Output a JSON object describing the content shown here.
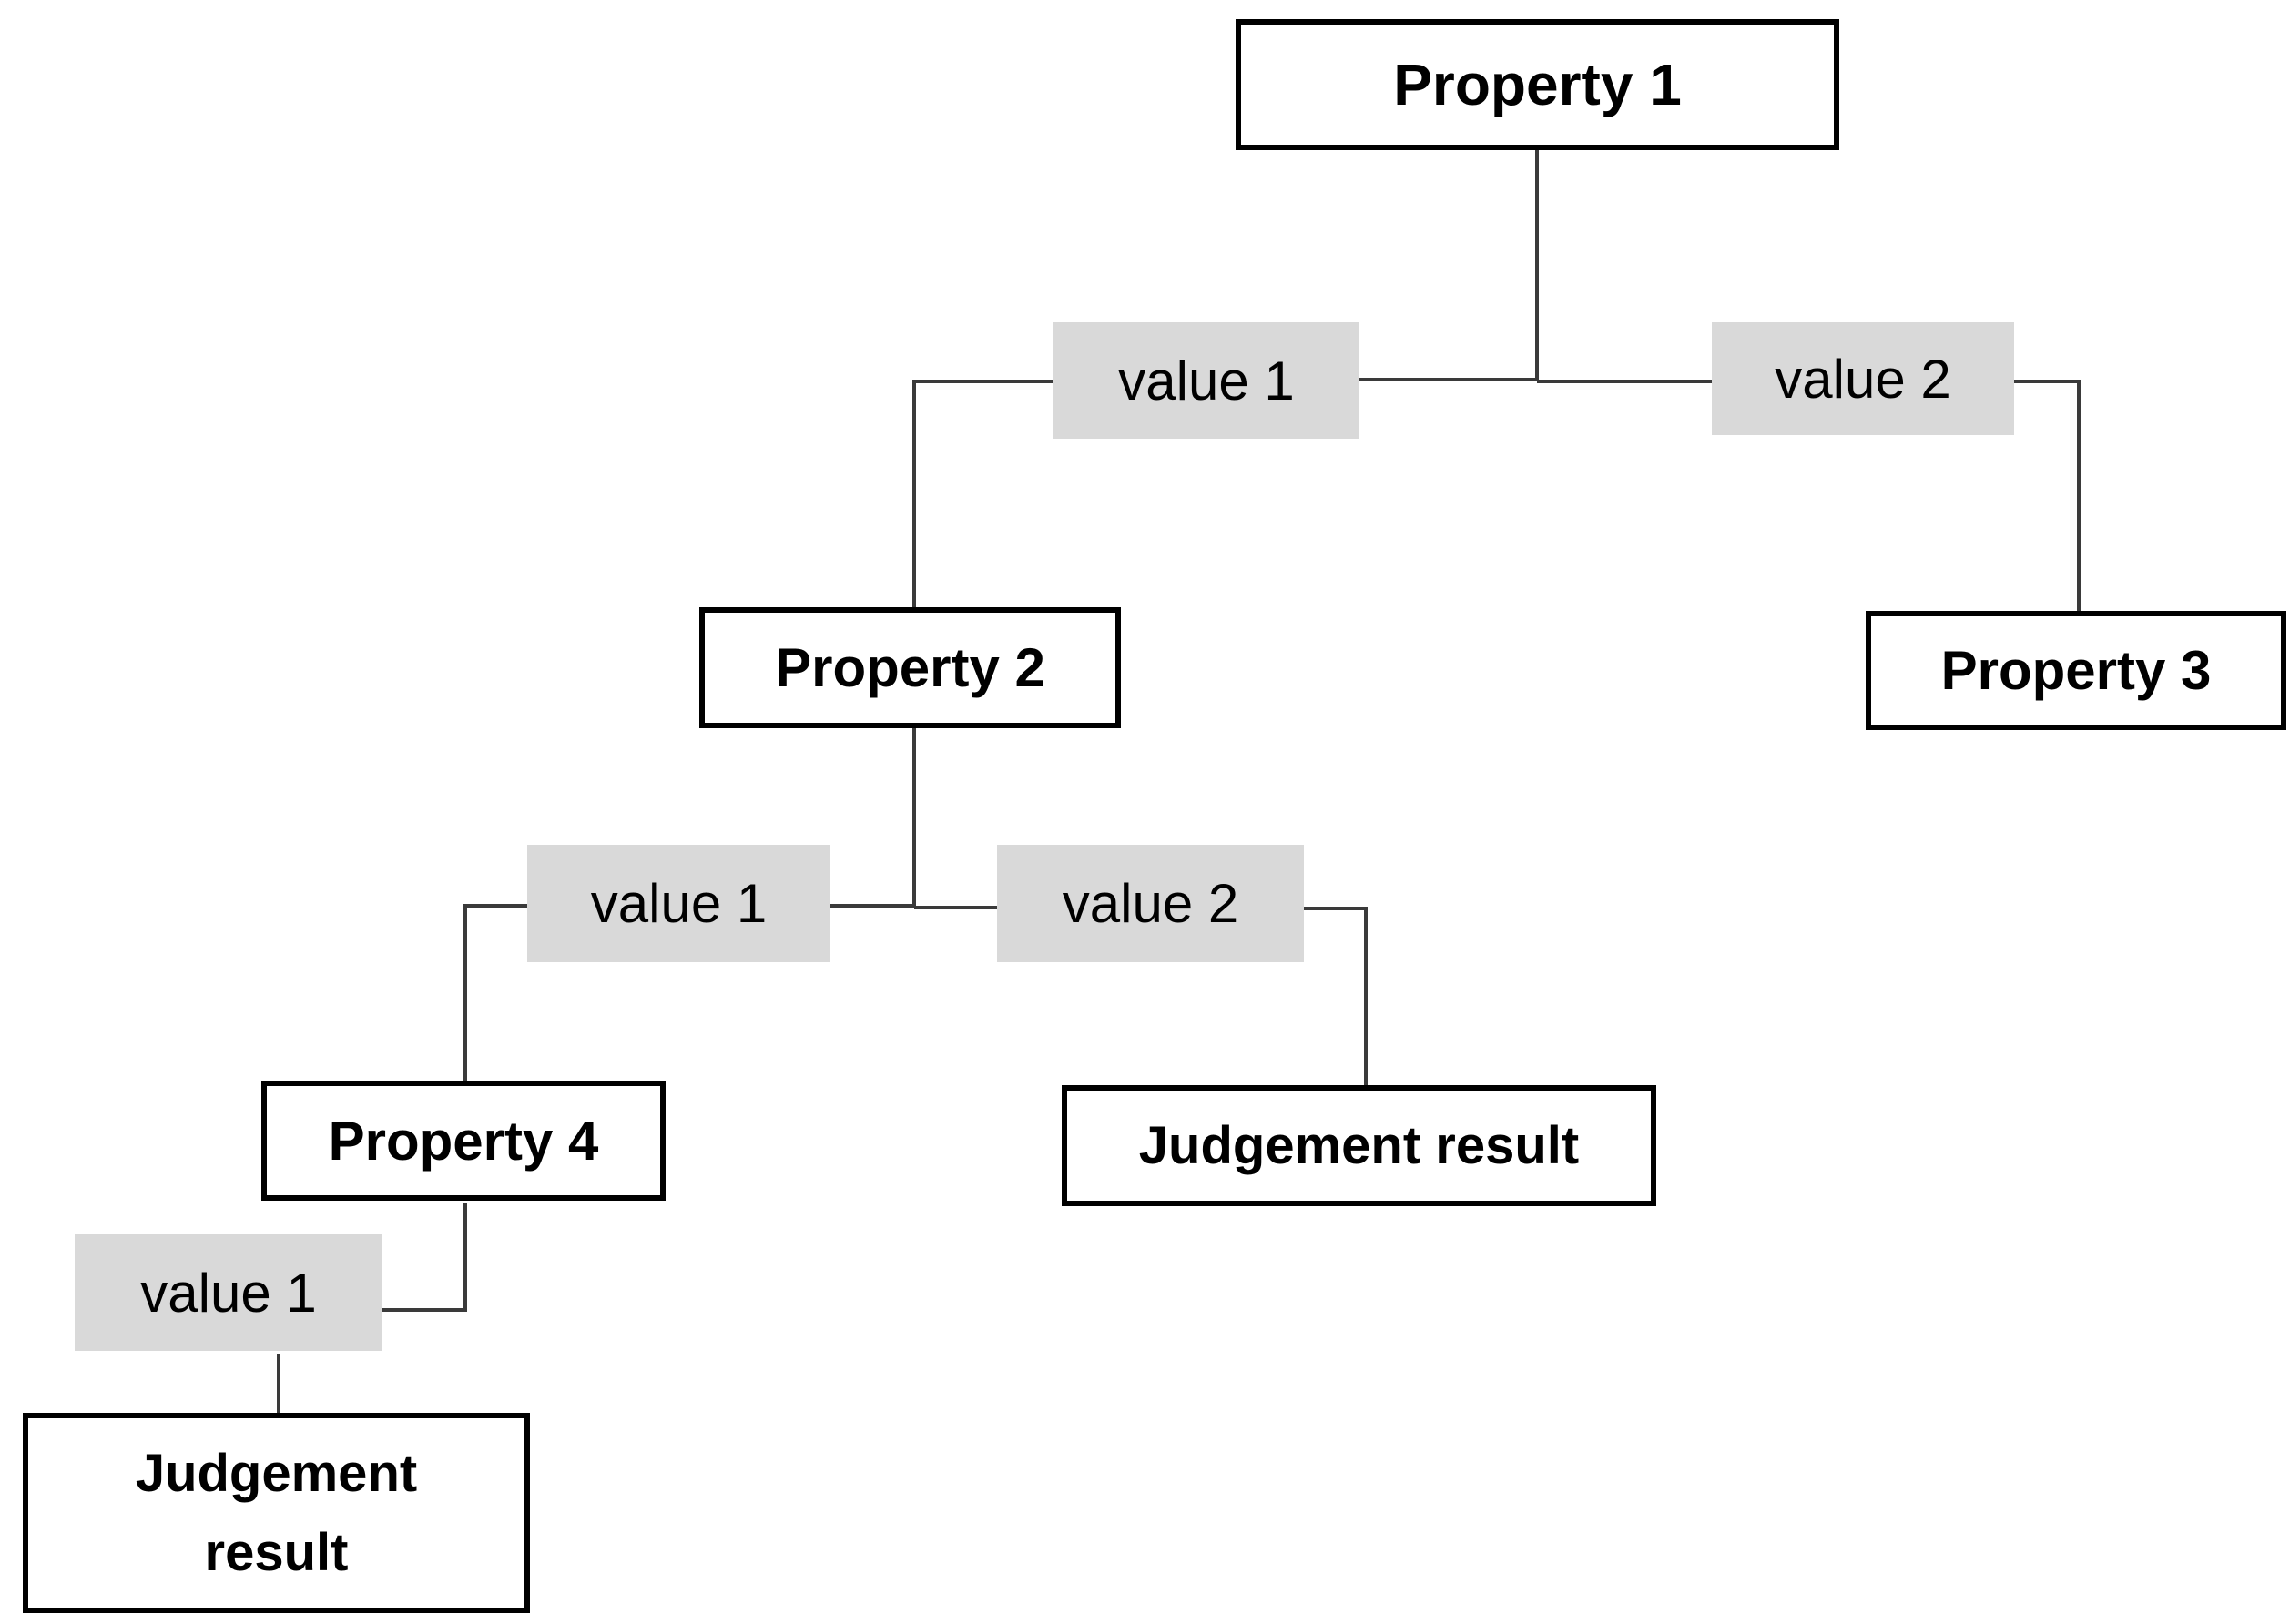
{
  "nodes": {
    "property_1": "Property  1",
    "property_2": "Property 2",
    "property_3": "Property 3",
    "property_4": "Property 4",
    "p1_value_1": "value 1",
    "p1_value_2": "value 2",
    "p2_value_1": "value 1",
    "p2_value_2": "value 2",
    "p4_value_1": "value 1",
    "judgement_result_1": "Judgement result",
    "judgement_result_2_line_1": "Judgement",
    "judgement_result_2_line_2": "result"
  },
  "colors": {
    "box_border": "#000000",
    "value_fill": "#d9d9d9",
    "connector": "#3a3a3a"
  }
}
